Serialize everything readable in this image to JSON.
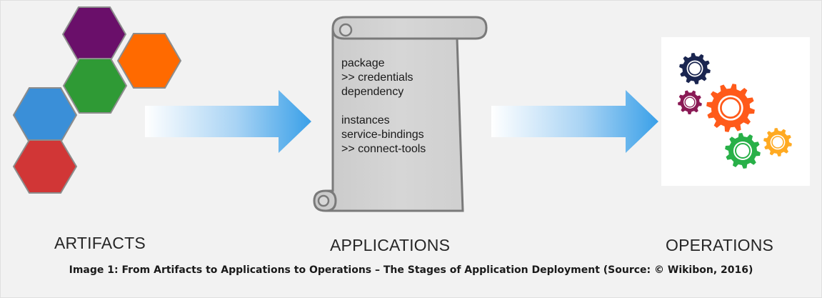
{
  "stages": {
    "artifacts": "ARTIFACTS",
    "applications": "APPLICATIONS",
    "operations": "OPERATIONS"
  },
  "scroll": {
    "group1": [
      "package",
      ">> credentials",
      "dependency"
    ],
    "group2": [
      "instances",
      "service-bindings",
      ">> connect-tools"
    ]
  },
  "caption": "Image 1: From Artifacts to Applications to Operations – The Stages of Application Deployment (Source: © Wikibon, 2016)",
  "colors": {
    "hex_purple": "#6a0f6a",
    "hex_orange": "#ff6a00",
    "hex_green": "#2f9a35",
    "hex_blue": "#3a8fd8",
    "hex_red": "#d13636",
    "arrow_blue": "#3aa0e8",
    "gear_navy": "#1a2550",
    "gear_purple": "#8a1a55",
    "gear_orange": "#ff5a1a",
    "gear_green": "#28b048",
    "gear_yellow": "#ffaa22"
  },
  "icons": [
    "hexagon-cluster-icon",
    "scroll-icon",
    "gears-icon",
    "right-arrow-icon"
  ]
}
